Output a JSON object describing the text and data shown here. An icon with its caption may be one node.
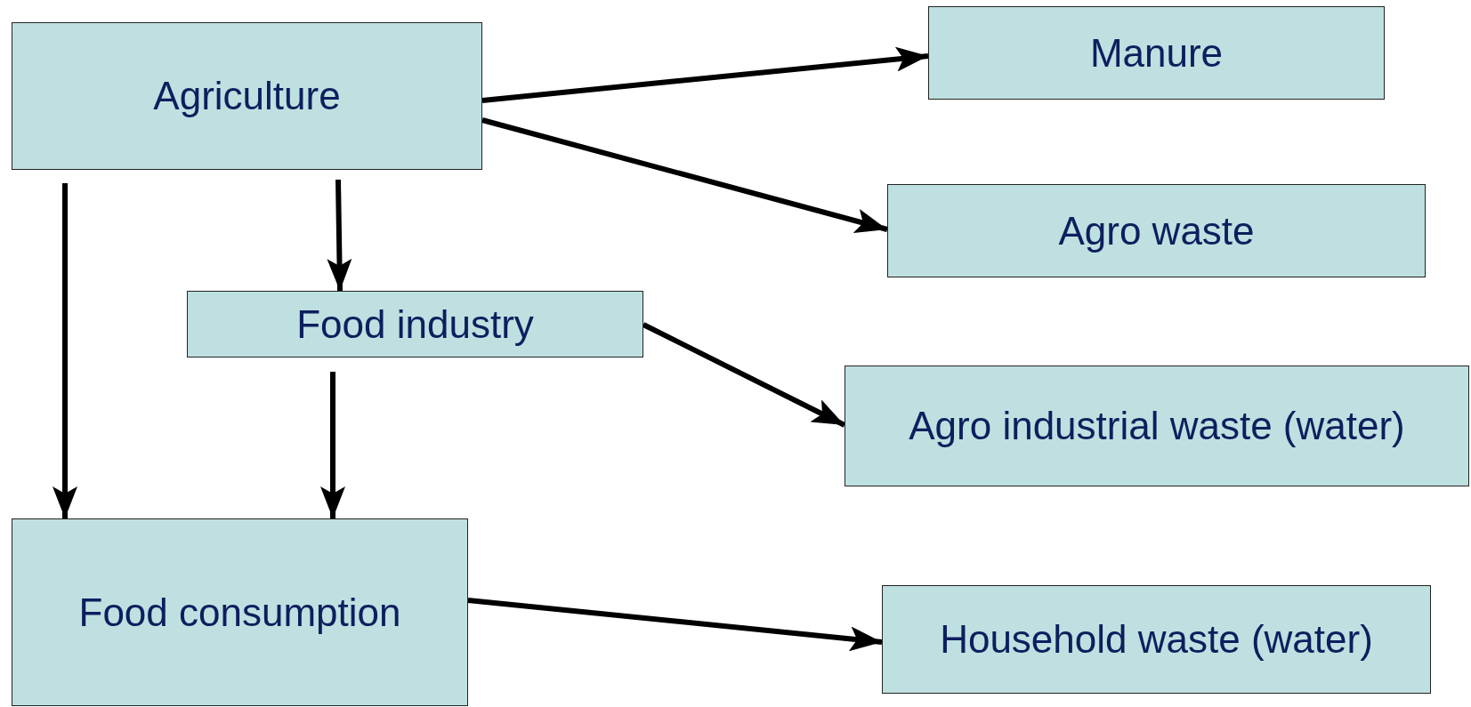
{
  "diagram": {
    "nodes": [
      {
        "text": [
          "Agriculture"
        ]
      },
      {
        "text": [
          "Manure"
        ]
      },
      {
        "text": [
          "Agro waste"
        ]
      },
      {
        "text": [
          "Food industry"
        ]
      },
      {
        "text": [
          "Agro industrial waste (water)"
        ]
      },
      {
        "text": [
          "Food consumption"
        ]
      },
      {
        "text": [
          "Household waste (water)"
        ]
      }
    ],
    "edges": [
      {
        "from": 0,
        "to": 1,
        "arrow": "to"
      },
      {
        "from": 0,
        "to": 2,
        "arrow": "to"
      },
      {
        "from": 0,
        "to": 3,
        "arrow": "to"
      },
      {
        "from": 0,
        "to": 5,
        "arrow": "to"
      },
      {
        "from": 3,
        "to": 4,
        "arrow": "to"
      },
      {
        "from": 3,
        "to": 5,
        "arrow": "to"
      },
      {
        "from": 5,
        "to": 6,
        "arrow": "to"
      }
    ]
  }
}
